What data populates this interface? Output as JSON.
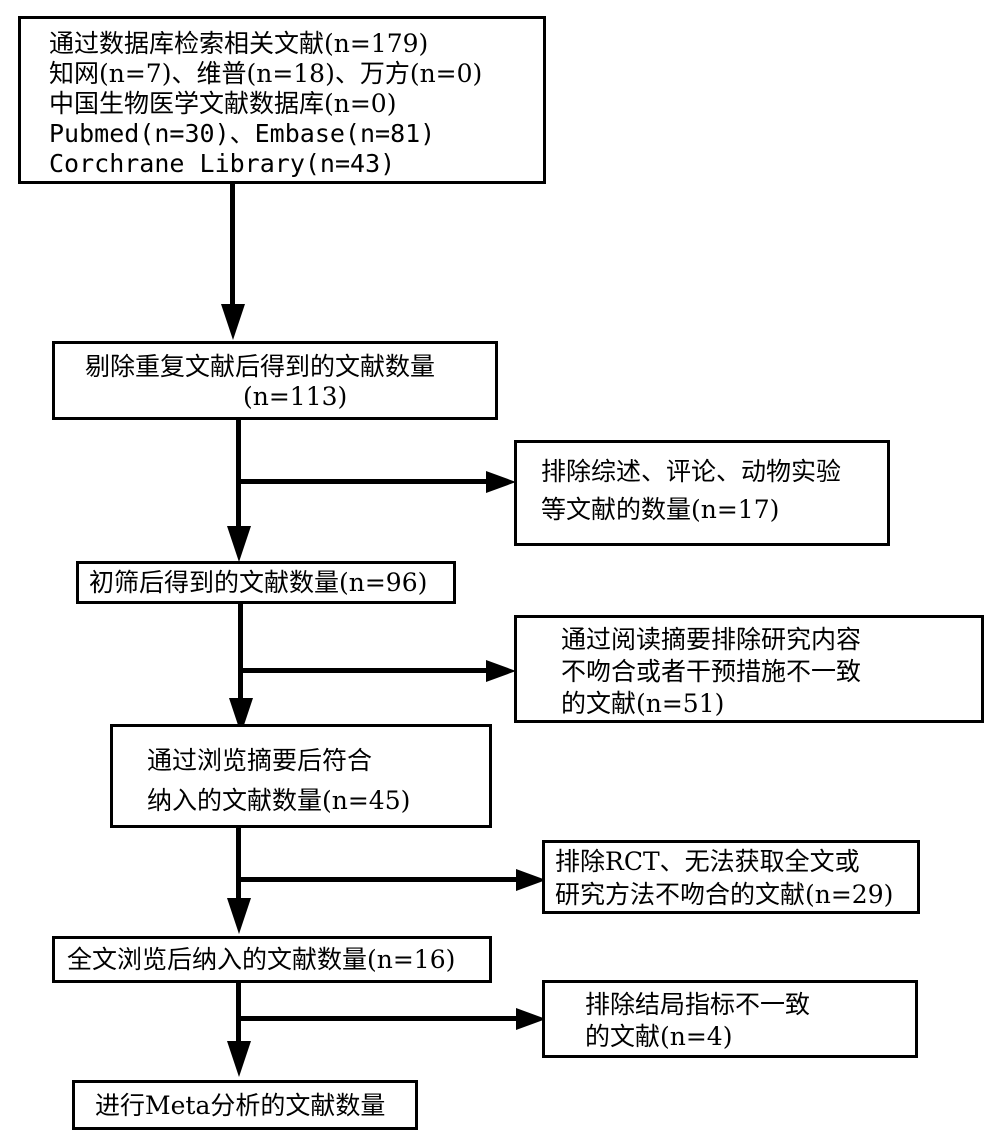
{
  "boxes": {
    "search": {
      "lines": [
        "通过数据库检索相关文献(n=179)",
        "知网(n=7)、维普(n=18)、万方(n=0)",
        "中国生物医学文献数据库(n=0)",
        "Pubmed(n=30)、Embase(n=81)",
        "Corchrane Library(n=43)"
      ]
    },
    "dedup": {
      "lines": [
        "剔除重复文献后得到的文献数量",
        "(n=113)"
      ]
    },
    "exclude_reviews": {
      "lines": [
        "排除综述、评论、动物实验",
        "等文献的数量(n=17)"
      ]
    },
    "initial_screen": {
      "lines": [
        "初筛后得到的文献数量(n=96)"
      ]
    },
    "exclude_abstract": {
      "lines": [
        "通过阅读摘要排除研究内容",
        "不吻合或者干预措施不一致",
        "的文献(n=51)"
      ]
    },
    "abstract_included": {
      "lines": [
        "通过浏览摘要后符合",
        "纳入的文献数量(n=45)"
      ]
    },
    "exclude_rct": {
      "lines": [
        "排除RCT、无法获取全文或",
        "研究方法不吻合的文献(n=29)"
      ]
    },
    "fulltext_included": {
      "lines": [
        "全文浏览后纳入的文献数量(n=16)"
      ]
    },
    "exclude_outcome": {
      "lines": [
        "排除结局指标不一致",
        "的文献(n=4)"
      ]
    },
    "meta": {
      "lines": [
        "进行Meta分析的文献数量"
      ]
    }
  }
}
